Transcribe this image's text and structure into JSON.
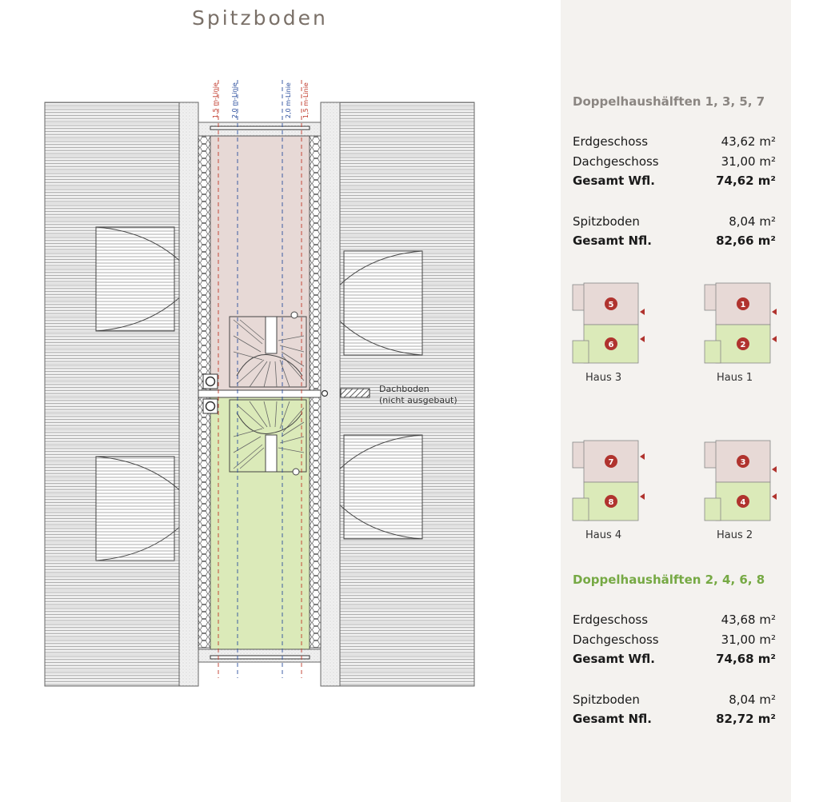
{
  "page": {
    "title": "Spitzboden"
  },
  "plan": {
    "lines": {
      "left_outer": "1,5 m-Linie",
      "left_inner": "2,0 m-Linie",
      "right_inner": "2,0 m-Linie",
      "right_outer": "1,5 m-Linie"
    },
    "attic_label_1": "Dachboden",
    "attic_label_2": "(nicht ausgebaut)"
  },
  "groups": [
    {
      "title": "Doppelhaushälften 1, 3, 5, 7",
      "rows": [
        {
          "label": "Erdgeschoss",
          "value": "43,62 m²",
          "bold": false
        },
        {
          "label": "Dachgeschoss",
          "value": "31,00 m²",
          "bold": false
        },
        {
          "label": "Gesamt Wfl.",
          "value": "74,62 m²",
          "bold": true
        },
        {
          "label": "Spitzboden",
          "value": "8,04 m²",
          "bold": false
        },
        {
          "label": "Gesamt Nfl.",
          "value": "82,66 m²",
          "bold": true
        }
      ]
    },
    {
      "title": "Doppelhaushälften 2, 4, 6, 8",
      "rows": [
        {
          "label": "Erdgeschoss",
          "value": "43,68 m²",
          "bold": false
        },
        {
          "label": "Dachgeschoss",
          "value": "31,00 m²",
          "bold": false
        },
        {
          "label": "Gesamt Wfl.",
          "value": "74,68 m²",
          "bold": true
        },
        {
          "label": "Spitzboden",
          "value": "8,04 m²",
          "bold": false
        },
        {
          "label": "Gesamt Nfl.",
          "value": "82,72 m²",
          "bold": true
        }
      ]
    }
  ],
  "houses": [
    {
      "label": "Haus 3",
      "top_unit": "5",
      "bottom_unit": "6"
    },
    {
      "label": "Haus 1",
      "top_unit": "1",
      "bottom_unit": "2"
    },
    {
      "label": "Haus 4",
      "top_unit": "7",
      "bottom_unit": "8"
    },
    {
      "label": "Haus 2",
      "top_unit": "3",
      "bottom_unit": "4"
    }
  ],
  "colors": {
    "roof_lines": "#8f8f8f",
    "wall": "#eeeeee",
    "pink_room": "#e7d9d6",
    "green_room": "#dbeab9",
    "line_red": "#c0392b",
    "line_blue": "#2c4f9e",
    "unit_badge": "#b0332e",
    "panel_bg": "#f4f2ef"
  }
}
